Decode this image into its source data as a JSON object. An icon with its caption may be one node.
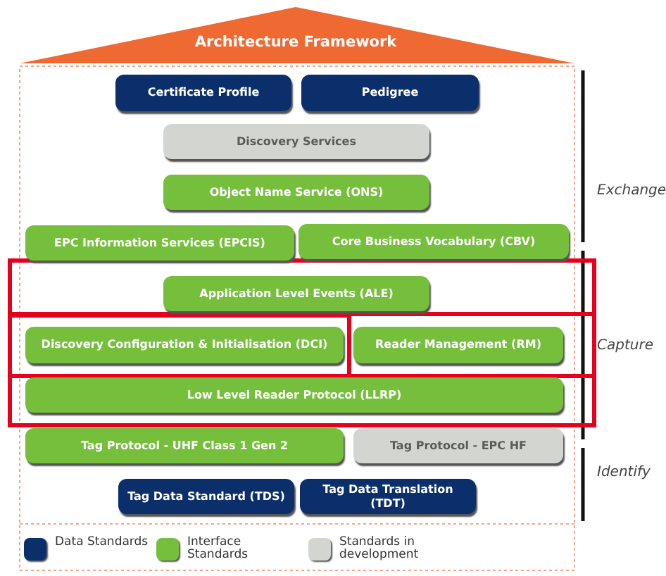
{
  "diagram": {
    "nodes": [
      {
        "text": [
          "Architecture Framework"
        ]
      },
      {
        "text": [
          "Certificate Profile"
        ]
      },
      {
        "text": [
          "Pedigree"
        ]
      },
      {
        "text": [
          "Discovery Services"
        ]
      },
      {
        "text": [
          "Object Name Service (ONS)"
        ]
      },
      {
        "text": [
          "EPC Information Services (EPCIS)"
        ]
      },
      {
        "text": [
          "Core Business Vocabulary (CBV)"
        ]
      },
      {
        "text": [
          "Application Level Events (ALE)"
        ]
      },
      {
        "text": [
          "Discovery Configuration & Initialisation (DCI)"
        ]
      },
      {
        "text": [
          "Reader Management (RM)"
        ]
      },
      {
        "text": [
          "Low Level Reader Protocol (LLRP)"
        ]
      },
      {
        "text": [
          "Tag Protocol - UHF Class 1 Gen 2"
        ]
      },
      {
        "text": [
          "Tag Protocol - EPC HF"
        ]
      },
      {
        "text": [
          "Tag Data Standard (TDS)"
        ]
      },
      {
        "text": [
          "Tag Data Translation (TDT)"
        ]
      }
    ],
    "edges": [],
    "labels": [
      "Exchange",
      "Capture",
      "Identify"
    ],
    "legend": [
      {
        "text": "Data Standards",
        "color": "#0b2f6b"
      },
      {
        "text": "Interface Standards",
        "color": "#76bf3c"
      },
      {
        "text": "Standards in development",
        "color": "#d3d6d0"
      }
    ]
  }
}
